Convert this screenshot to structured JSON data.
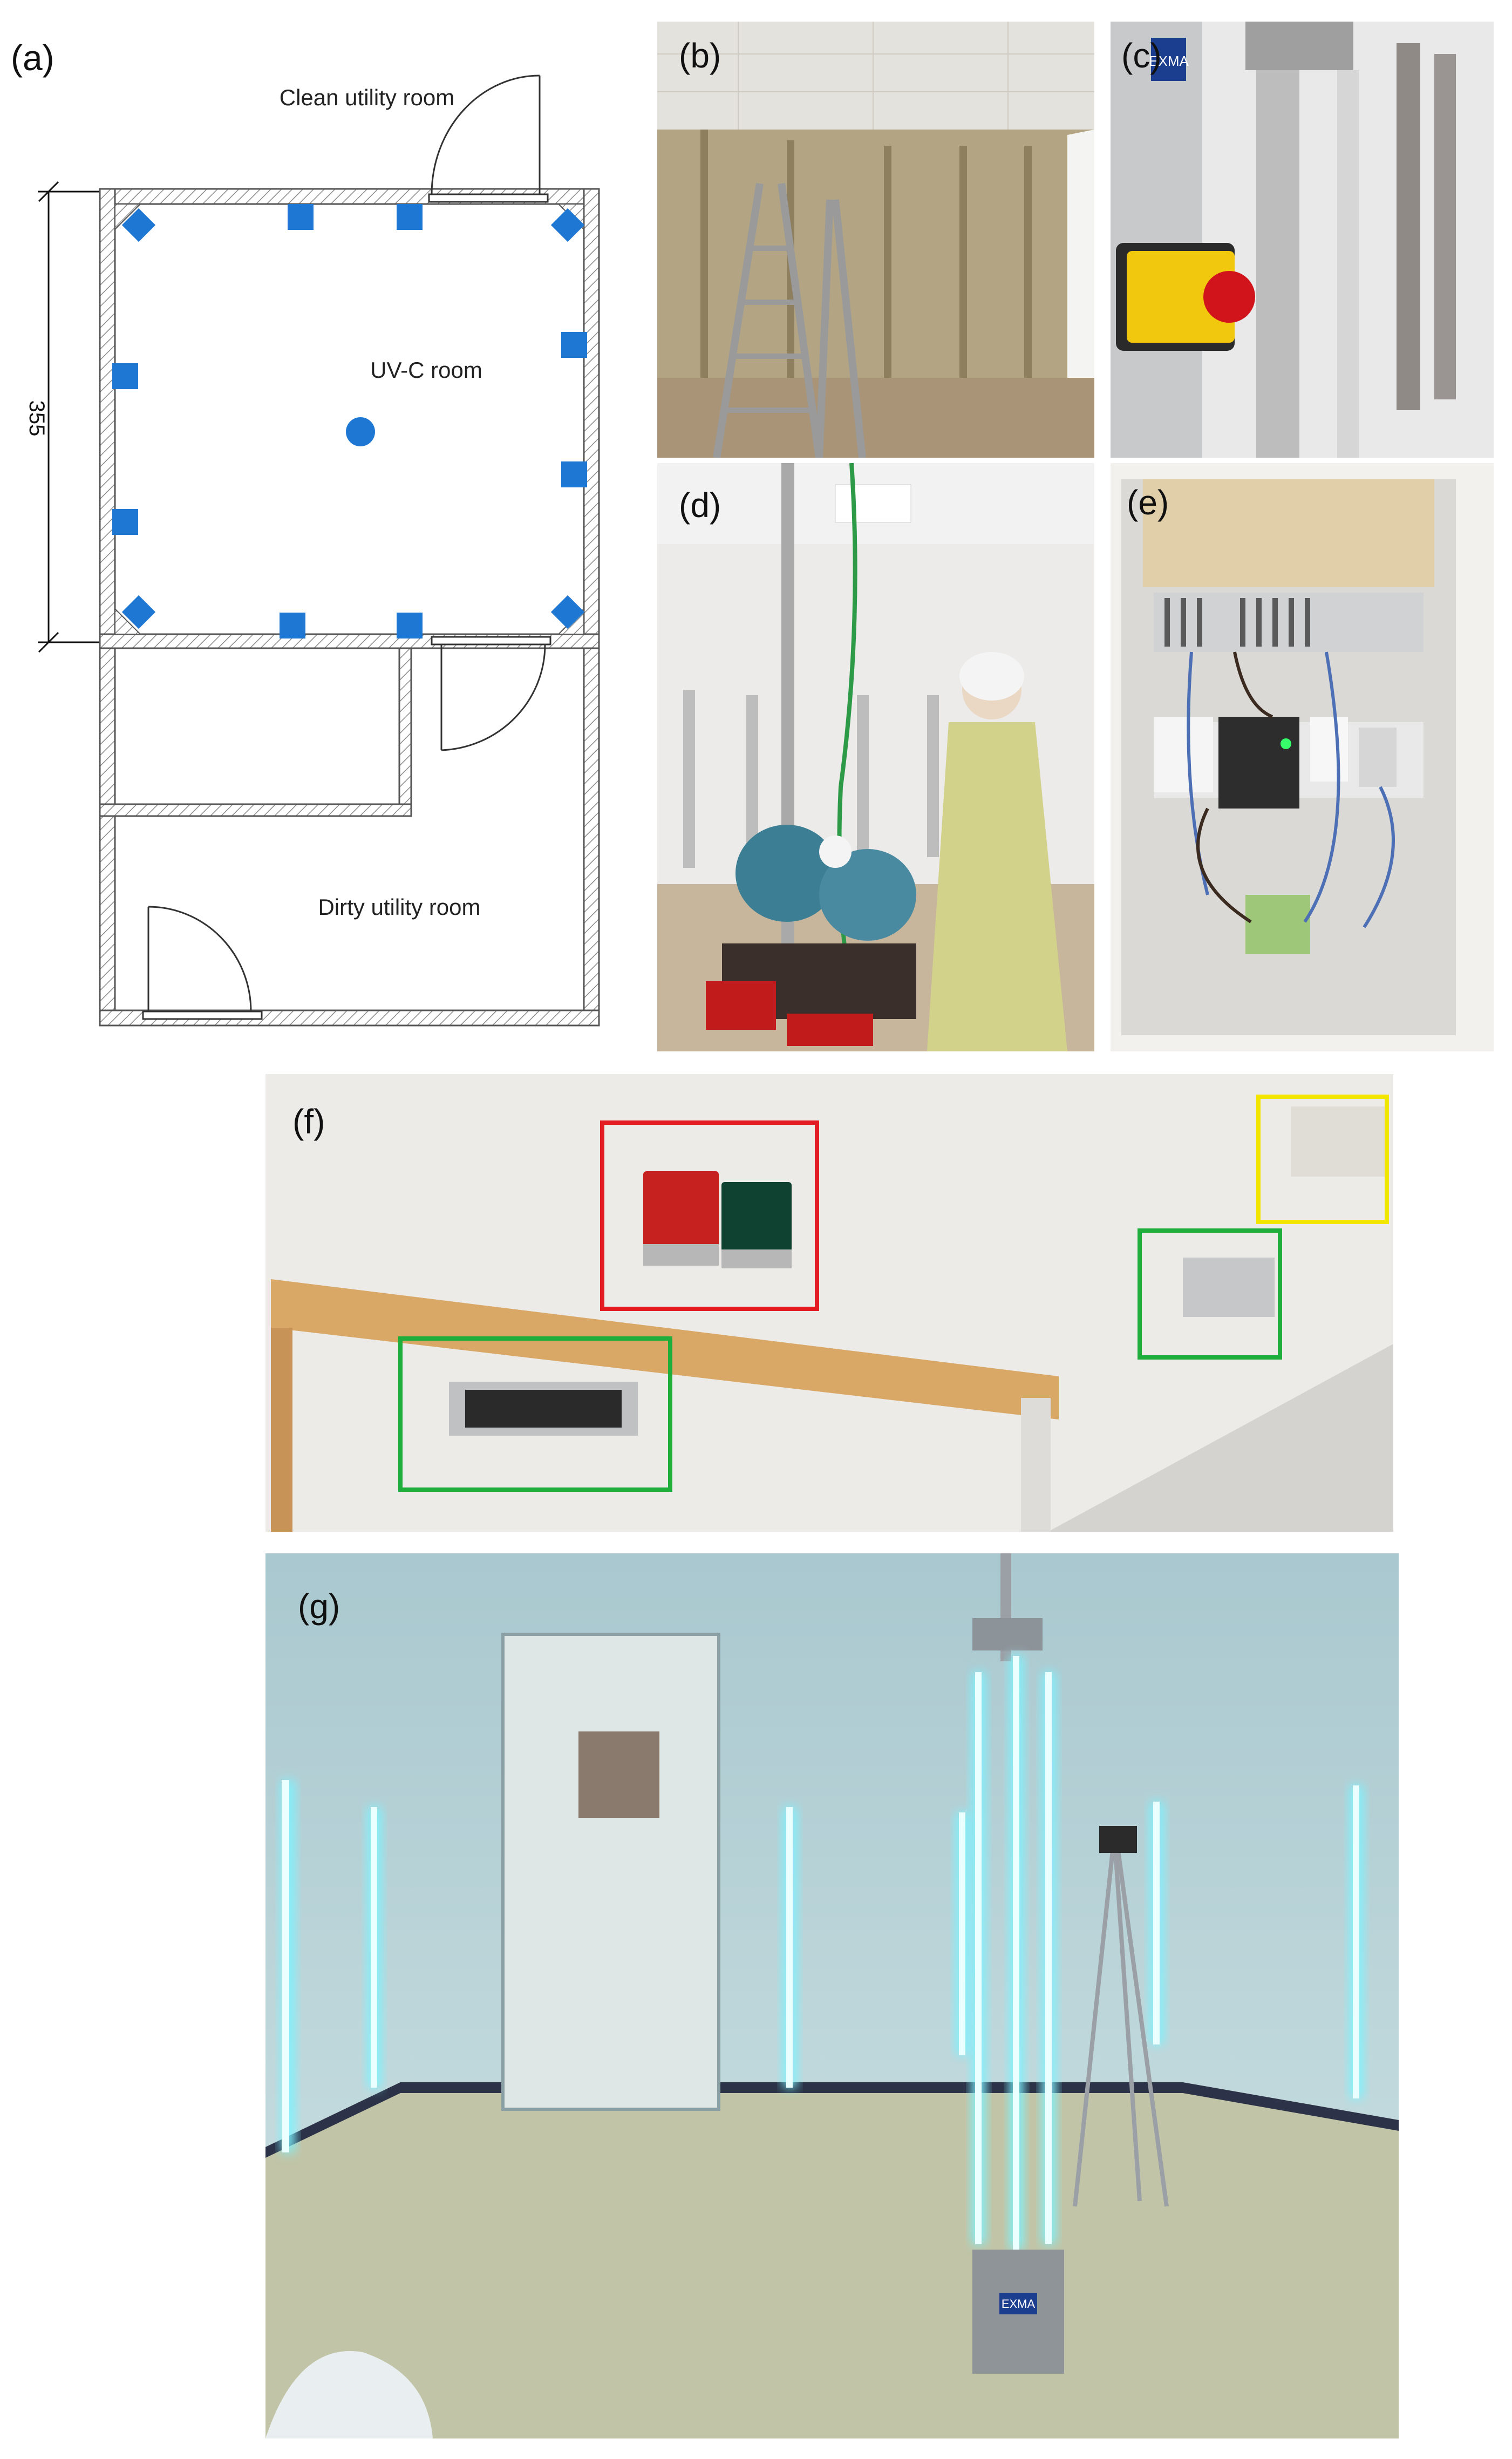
{
  "figure": {
    "panels": {
      "a": {
        "label": "(a)"
      },
      "b": {
        "label": "(b)"
      },
      "c": {
        "label": "(c)"
      },
      "d": {
        "label": "(d)"
      },
      "e": {
        "label": "(e)"
      },
      "f": {
        "label": "(f)"
      },
      "g": {
        "label": "(g)"
      }
    },
    "floor_plan": {
      "clean_room": "Clean utility room",
      "uvc_room": "UV-C room",
      "dirty_room": "Dirty utility room",
      "dimension": "355"
    },
    "photo_text": {
      "exma_label_c": "EXMA",
      "exma_label_g": "EXMA"
    },
    "colors": {
      "lamp_marker": "#1f77d4",
      "wall_hatch": "#888888",
      "uv_glow": "#7df3ff",
      "box_red": "#e31b23",
      "box_green": "#1fae3c",
      "box_yellow": "#f2e600"
    }
  }
}
